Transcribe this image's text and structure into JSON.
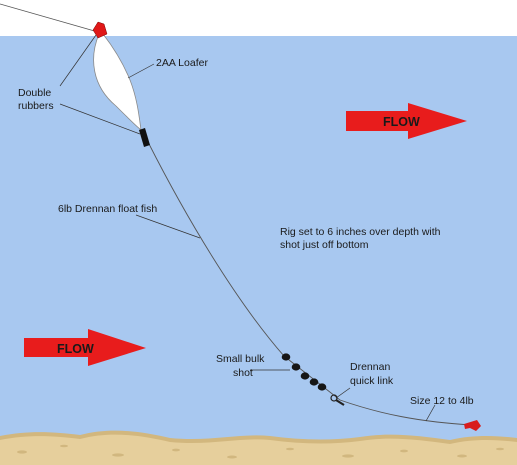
{
  "labels": {
    "float": "2AA Loafer",
    "rubbers_line1": "Double",
    "rubbers_line2": "rubbers",
    "mainline": "6lb Drennan float fish",
    "rig_line1": "Rig set to 6 inches over depth with",
    "rig_line2": "shot just off bottom",
    "bulk_line1": "Small bulk",
    "bulk_line2": "shot",
    "link_line1": "Drennan",
    "link_line2": "quick link",
    "hook": "Size 12 to 4lb"
  },
  "flow": {
    "top_label": "FLOW",
    "bottom_label": "FLOW"
  },
  "colors": {
    "sky": "#ffffff",
    "water": "#a8c8f0",
    "sand": "#e6cf9c",
    "sand_shadow": "#d2b77e",
    "arrow": "#e81c1c",
    "float_tip": "#e01818",
    "shot": "#161616",
    "hook": "#d81c1c"
  }
}
